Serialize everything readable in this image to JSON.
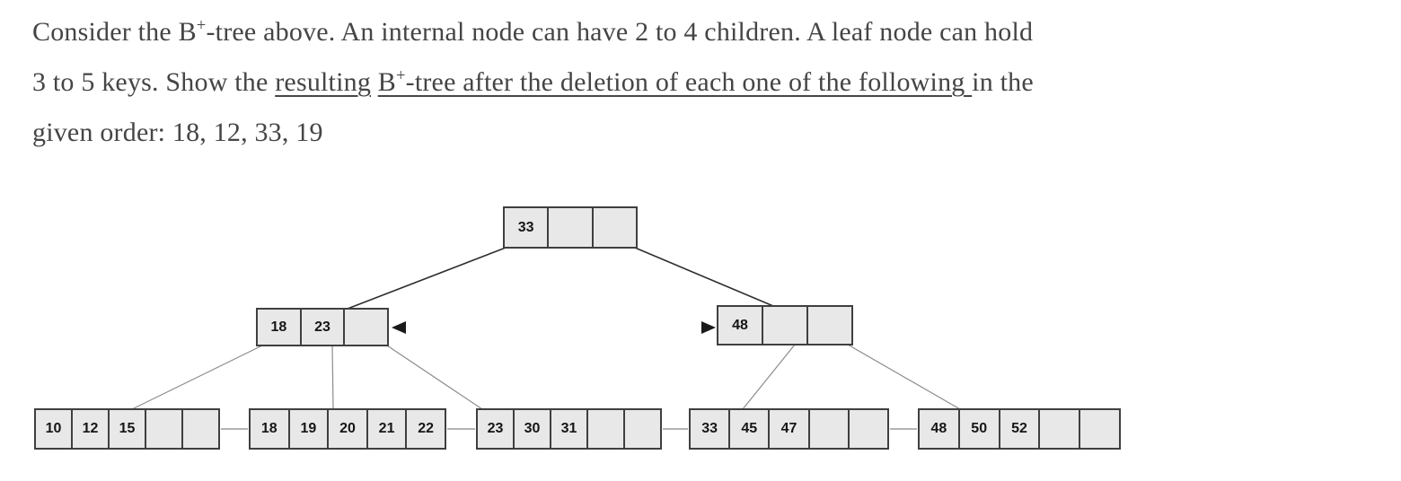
{
  "question": {
    "line1": {
      "pre": "Consider the B",
      "sup": "+",
      "post": "-tree above. An internal node can have 2 to 4 children. A leaf node can hold"
    },
    "line2": {
      "pre": "3 to 5 keys. Show the ",
      "underline1": "resulting",
      "space": " ",
      "underline2_base": "B",
      "sup": "+",
      "underline2_rest": "-tree after the deletion of each one of the following ",
      "post": "in the"
    },
    "line3": "given order: 18, 12, 33, 19"
  },
  "tree": {
    "root": {
      "cells": [
        "33",
        "",
        ""
      ]
    },
    "internal_left": {
      "cells": [
        "18",
        "23",
        ""
      ]
    },
    "internal_right": {
      "cells": [
        "48",
        "",
        ""
      ]
    },
    "leaf1": {
      "cells": [
        "10",
        "12",
        "15",
        "",
        ""
      ]
    },
    "leaf2": {
      "cells": [
        "18",
        "19",
        "20",
        "21",
        "22"
      ]
    },
    "leaf3": {
      "cells": [
        "23",
        "30",
        "31",
        "",
        ""
      ]
    },
    "leaf4": {
      "cells": [
        "33",
        "45",
        "47",
        "",
        ""
      ]
    },
    "leaf5": {
      "cells": [
        "48",
        "50",
        "52",
        "",
        ""
      ]
    }
  },
  "colors": {
    "cell_fill": "#e8e8e8",
    "cell_border": "#3f3f3f",
    "question_text": "#454545",
    "dark_edge": "#2e2e2e",
    "light_edge": "#8c8c8c",
    "sibling_link": "#9a9a9a"
  }
}
